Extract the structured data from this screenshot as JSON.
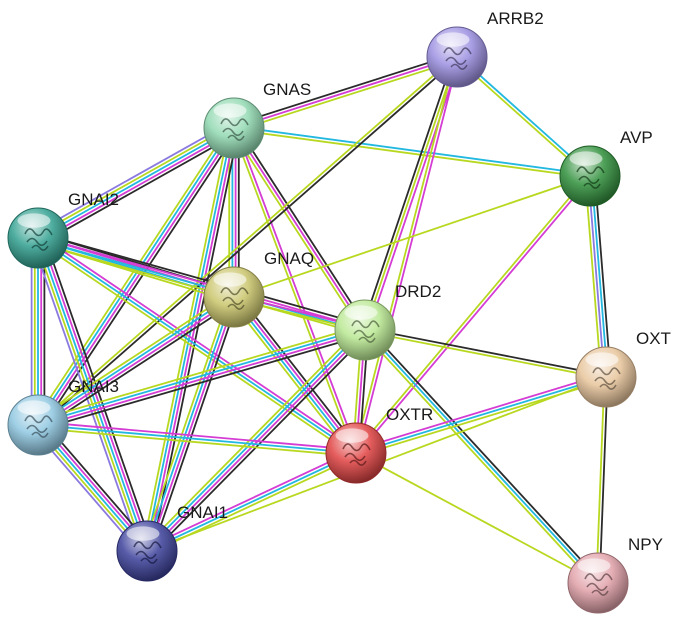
{
  "network": {
    "nodes": [
      {
        "id": "ARRB2",
        "label": "ARRB2",
        "color": "#9a8ee0"
      },
      {
        "id": "GNAS",
        "label": "GNAS",
        "color": "#8fd8b0"
      },
      {
        "id": "AVP",
        "label": "AVP",
        "color": "#2f8f3a"
      },
      {
        "id": "GNAI2",
        "label": "GNAI2",
        "color": "#2f9f8e"
      },
      {
        "id": "GNAQ",
        "label": "GNAQ",
        "color": "#c9c46a"
      },
      {
        "id": "DRD2",
        "label": "DRD2",
        "color": "#b8e890"
      },
      {
        "id": "OXT",
        "label": "OXT",
        "color": "#e8c49a"
      },
      {
        "id": "GNAI3",
        "label": "GNAI3",
        "color": "#8ec6e0"
      },
      {
        "id": "OXTR",
        "label": "OXTR",
        "color": "#e04040"
      },
      {
        "id": "GNAI1",
        "label": "GNAI1",
        "color": "#3a3f9a"
      },
      {
        "id": "NPY",
        "label": "NPY",
        "color": "#e0a0a8"
      }
    ],
    "edge_colors": {
      "black": "#2b2b2b",
      "magenta": "#d43cd4",
      "cyan": "#22b8e0",
      "yellowgreen": "#b8d820",
      "purple": "#8a7ae0"
    },
    "edges": [
      {
        "a": "GNAS",
        "b": "ARRB2",
        "types": [
          "black",
          "magenta",
          "yellowgreen"
        ]
      },
      {
        "a": "GNAS",
        "b": "AVP",
        "types": [
          "cyan",
          "yellowgreen"
        ]
      },
      {
        "a": "GNAS",
        "b": "GNAI2",
        "types": [
          "black",
          "magenta",
          "cyan",
          "yellowgreen",
          "purple"
        ]
      },
      {
        "a": "GNAS",
        "b": "GNAQ",
        "types": [
          "black",
          "magenta",
          "cyan",
          "yellowgreen"
        ]
      },
      {
        "a": "GNAS",
        "b": "DRD2",
        "types": [
          "black",
          "magenta",
          "yellowgreen"
        ]
      },
      {
        "a": "GNAS",
        "b": "GNAI3",
        "types": [
          "black",
          "magenta",
          "cyan",
          "yellowgreen"
        ]
      },
      {
        "a": "GNAS",
        "b": "GNAI1",
        "types": [
          "black",
          "magenta",
          "cyan",
          "yellowgreen"
        ]
      },
      {
        "a": "GNAS",
        "b": "OXTR",
        "types": [
          "magenta",
          "yellowgreen"
        ]
      },
      {
        "a": "ARRB2",
        "b": "AVP",
        "types": [
          "cyan",
          "yellowgreen"
        ]
      },
      {
        "a": "ARRB2",
        "b": "DRD2",
        "types": [
          "magenta",
          "yellowgreen",
          "black"
        ]
      },
      {
        "a": "ARRB2",
        "b": "OXTR",
        "types": [
          "magenta",
          "yellowgreen"
        ]
      },
      {
        "a": "ARRB2",
        "b": "GNAI3",
        "types": [
          "black",
          "yellowgreen"
        ]
      },
      {
        "a": "AVP",
        "b": "OXT",
        "types": [
          "black",
          "cyan",
          "purple",
          "yellowgreen"
        ]
      },
      {
        "a": "AVP",
        "b": "OXTR",
        "types": [
          "magenta",
          "yellowgreen"
        ]
      },
      {
        "a": "AVP",
        "b": "GNAQ",
        "types": [
          "yellowgreen"
        ]
      },
      {
        "a": "GNAI2",
        "b": "GNAQ",
        "types": [
          "black",
          "magenta",
          "cyan",
          "yellowgreen"
        ]
      },
      {
        "a": "GNAI2",
        "b": "DRD2",
        "types": [
          "black",
          "magenta",
          "cyan",
          "yellowgreen"
        ]
      },
      {
        "a": "GNAI2",
        "b": "GNAI3",
        "types": [
          "black",
          "magenta",
          "cyan",
          "yellowgreen",
          "purple"
        ]
      },
      {
        "a": "GNAI2",
        "b": "GNAI1",
        "types": [
          "black",
          "magenta",
          "cyan",
          "yellowgreen",
          "purple"
        ]
      },
      {
        "a": "GNAI2",
        "b": "OXTR",
        "types": [
          "magenta",
          "cyan",
          "yellowgreen"
        ]
      },
      {
        "a": "GNAQ",
        "b": "DRD2",
        "types": [
          "magenta",
          "yellowgreen"
        ]
      },
      {
        "a": "GNAQ",
        "b": "GNAI3",
        "types": [
          "black",
          "magenta",
          "cyan",
          "yellowgreen"
        ]
      },
      {
        "a": "GNAQ",
        "b": "GNAI1",
        "types": [
          "black",
          "magenta",
          "cyan",
          "yellowgreen"
        ]
      },
      {
        "a": "GNAQ",
        "b": "OXTR",
        "types": [
          "black",
          "magenta",
          "cyan",
          "yellowgreen"
        ]
      },
      {
        "a": "DRD2",
        "b": "GNAI3",
        "types": [
          "black",
          "magenta",
          "cyan",
          "yellowgreen"
        ]
      },
      {
        "a": "DRD2",
        "b": "GNAI1",
        "types": [
          "black",
          "magenta",
          "cyan",
          "yellowgreen"
        ]
      },
      {
        "a": "DRD2",
        "b": "OXTR",
        "types": [
          "black",
          "magenta",
          "yellowgreen"
        ]
      },
      {
        "a": "DRD2",
        "b": "OXT",
        "types": [
          "black",
          "yellowgreen"
        ]
      },
      {
        "a": "DRD2",
        "b": "NPY",
        "types": [
          "black",
          "cyan",
          "yellowgreen"
        ]
      },
      {
        "a": "GNAI3",
        "b": "GNAI1",
        "types": [
          "black",
          "magenta",
          "cyan",
          "yellowgreen",
          "purple"
        ]
      },
      {
        "a": "GNAI3",
        "b": "OXTR",
        "types": [
          "magenta",
          "cyan",
          "yellowgreen"
        ]
      },
      {
        "a": "GNAI1",
        "b": "OXTR",
        "types": [
          "magenta",
          "cyan",
          "yellowgreen"
        ]
      },
      {
        "a": "OXTR",
        "b": "OXT",
        "types": [
          "magenta",
          "cyan",
          "yellowgreen"
        ]
      },
      {
        "a": "OXTR",
        "b": "NPY",
        "types": [
          "yellowgreen"
        ]
      },
      {
        "a": "OXT",
        "b": "NPY",
        "types": [
          "black",
          "yellowgreen"
        ]
      },
      {
        "a": "GNAI1",
        "b": "OXT",
        "types": [
          "yellowgreen"
        ]
      }
    ]
  }
}
